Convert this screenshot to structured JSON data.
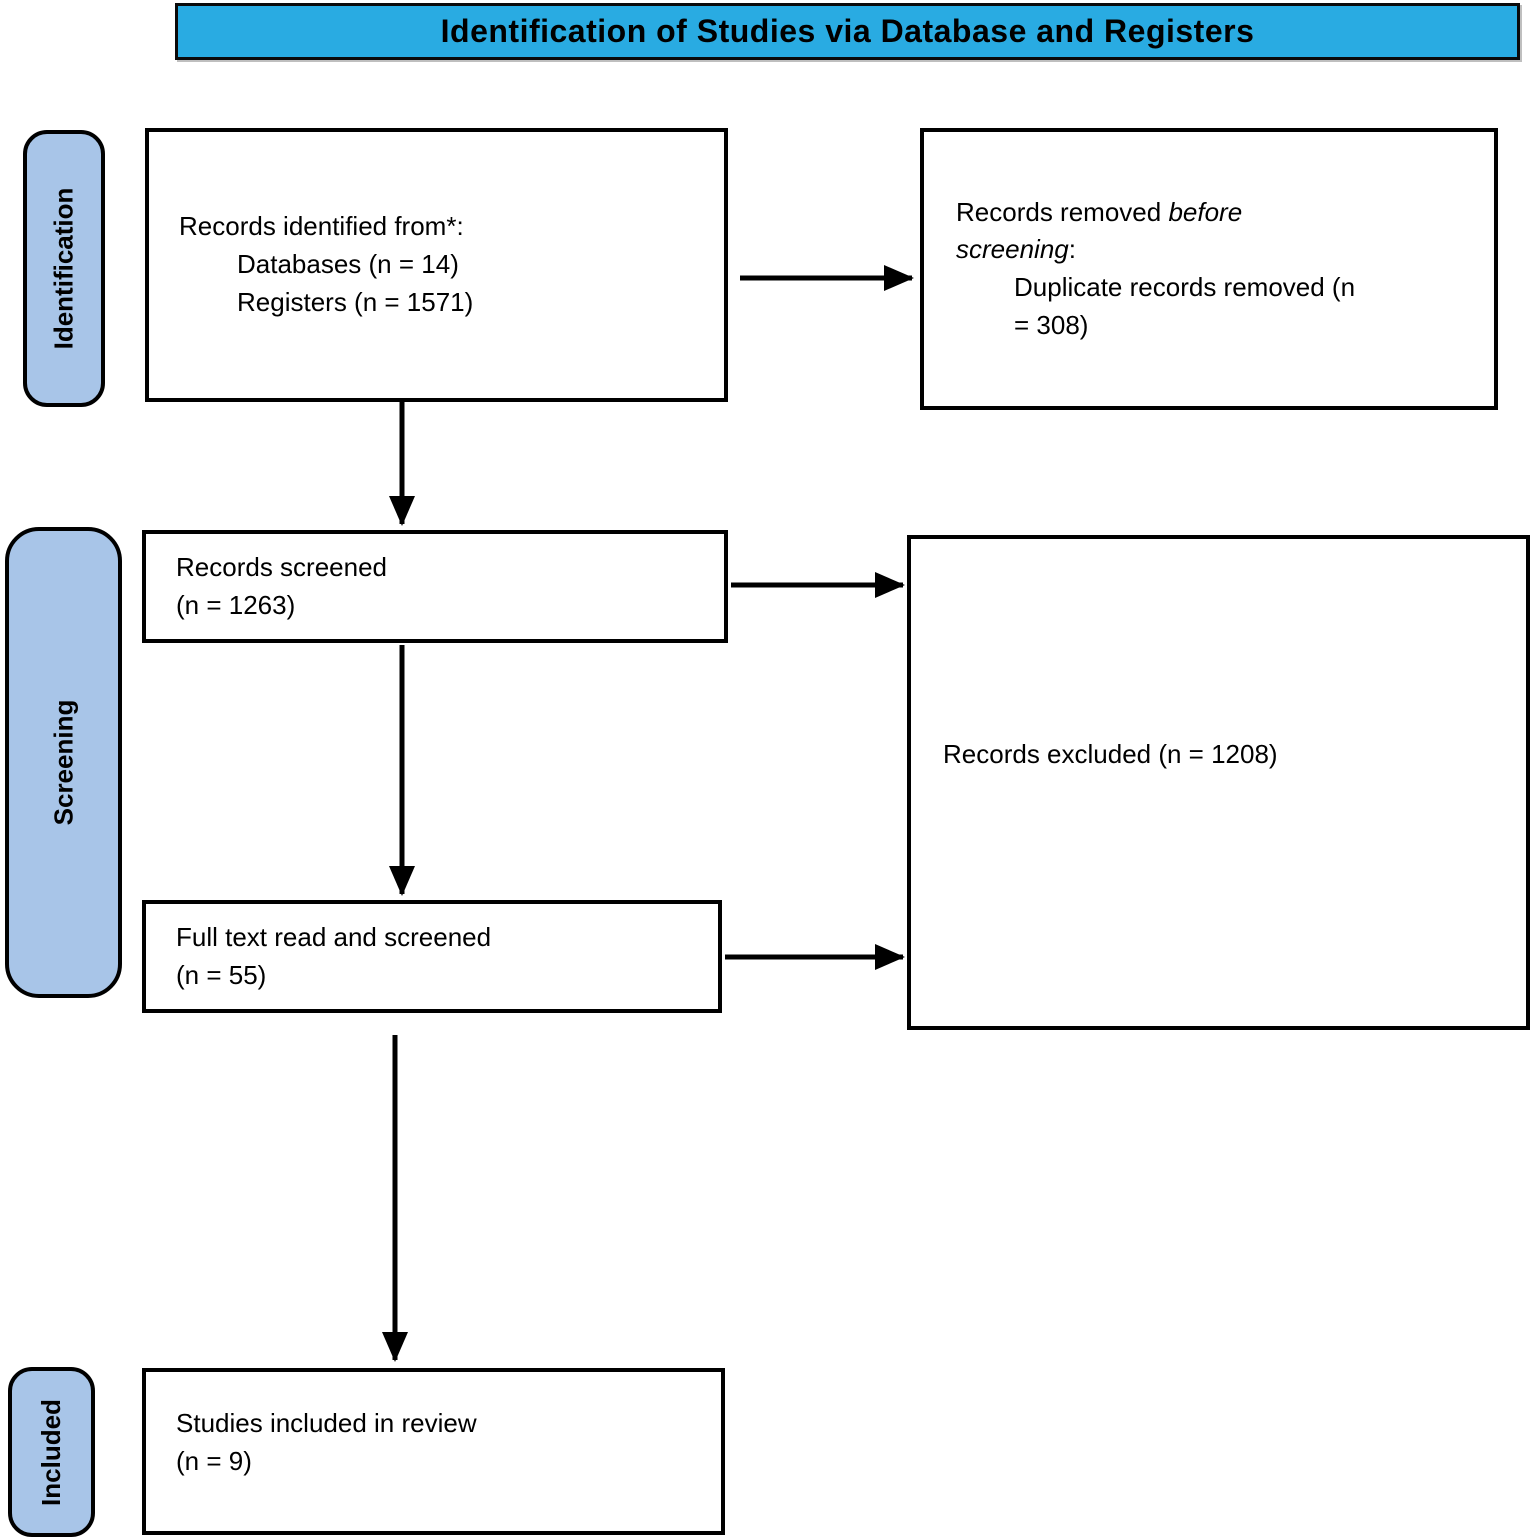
{
  "header": {
    "title": "Identification of Studies via Database and Registers"
  },
  "colors": {
    "header_bg": "#29ABE2",
    "stage_bg": "#A8C5E8",
    "box_bg": "#FFFFFF",
    "line": "#000000"
  },
  "stages": {
    "identification": "Identification",
    "screening": "Screening",
    "included": "Included"
  },
  "boxes": {
    "identified": {
      "title": "Records identified from*:",
      "item1": "Databases (n = 14)",
      "item2": "Registers (n = 1571)"
    },
    "removed": {
      "lead": "Records removed",
      "italic_word1": "before",
      "italic_word2": "screening",
      "colon": ":",
      "item_part1": "Duplicate records removed (n",
      "item_part2": "= 308)"
    },
    "screened": {
      "line1": "Records screened",
      "line2": "(n = 1263)"
    },
    "excluded": {
      "line1": "Records excluded (n = 1208)"
    },
    "fulltext": {
      "line1": "Full text read and screened",
      "line2": "(n = 55)"
    },
    "included_review": {
      "line1": "Studies included in review",
      "line2": "(n = 9)"
    }
  }
}
